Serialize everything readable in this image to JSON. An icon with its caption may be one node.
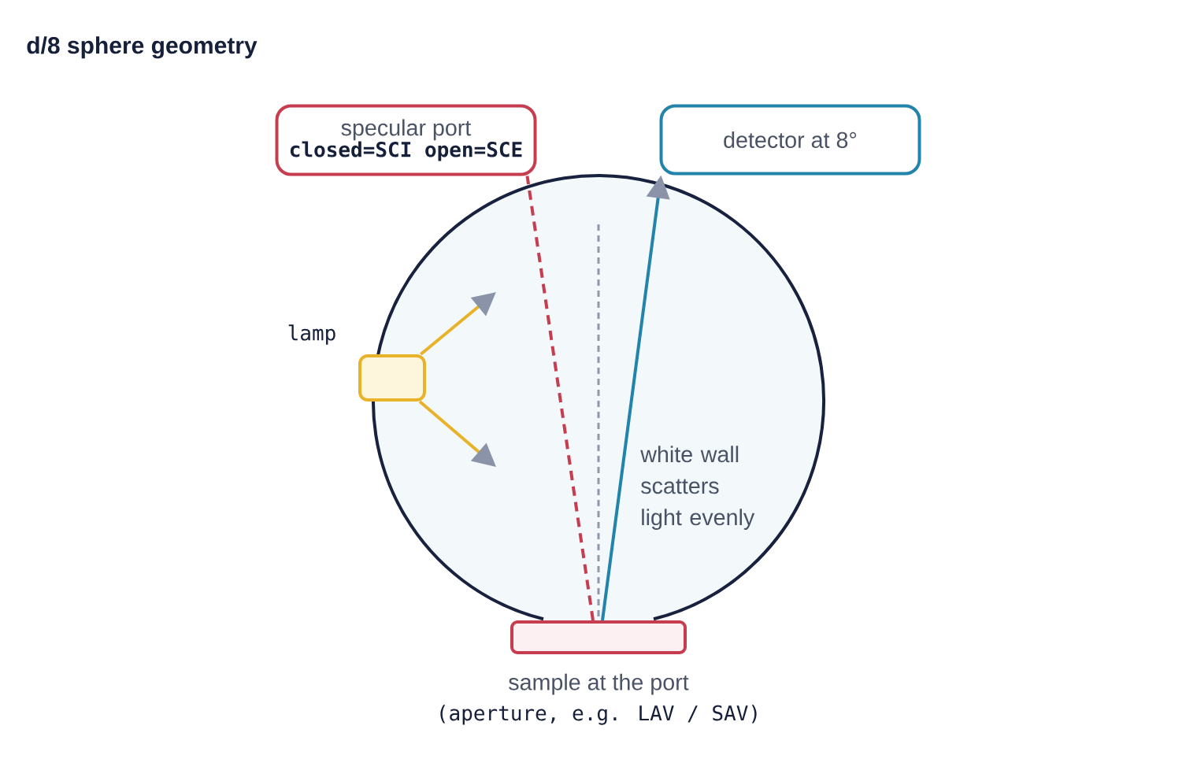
{
  "diagram": {
    "title": "d/8 sphere geometry",
    "nodes": [
      {
        "text": [
          "specular port",
          "closed=SCI open=SCE"
        ]
      },
      {
        "text": [
          "detector at 8°"
        ]
      },
      {
        "text": [],
        "shape": "box",
        "beside": [
          "lamp"
        ]
      },
      {
        "text": [],
        "shape": "box",
        "beside": [
          "sample at the port",
          "(aperture, e.g. LAV / SAV)"
        ]
      }
    ],
    "edges": [
      {
        "from": 3,
        "to": 1,
        "arrow": "to",
        "color": "#2284aa"
      },
      {
        "from": 3,
        "to": 0,
        "arrow": "none",
        "style": "dashed",
        "color": "#c63d50"
      },
      {
        "from": 2,
        "to": null,
        "arrow": "to"
      },
      {
        "from": 2,
        "to": null,
        "arrow": "to"
      }
    ],
    "labels": [
      "white wall scatters light evenly"
    ]
  }
}
